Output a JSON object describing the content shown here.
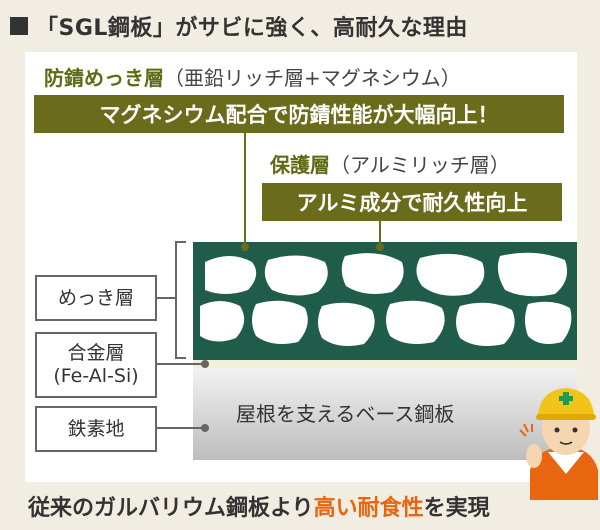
{
  "title": "「SGL鋼板」がサビに強く、高耐久な理由",
  "labels": {
    "plating_main": "防錆めっき層",
    "plating_sub": "（亜鉛リッチ層+マグネシウム）",
    "plating_bar": "マグネシウム配合で防錆性能が大幅向上！",
    "protect_main": "保護層",
    "protect_sub": "（アルミリッチ層）",
    "protect_bar": "アルミ成分で耐久性向上"
  },
  "layers": {
    "plating": "めっき層",
    "alloy_line1": "合金層",
    "alloy_line2": "(Fe-Al-Si)",
    "base": "鉄素地",
    "steel_text": "屋根を支えるベース鋼板"
  },
  "bottom": {
    "prefix": "従来のガルバリウム鋼板より",
    "highlight": "高い耐食性",
    "suffix": "を実現"
  },
  "colors": {
    "teal": "#1f5c4a",
    "olive": "#6b6b1c",
    "accent": "#e8660f",
    "steel_top": "#eeeeee",
    "steel_bottom": "#bdbdbd"
  }
}
